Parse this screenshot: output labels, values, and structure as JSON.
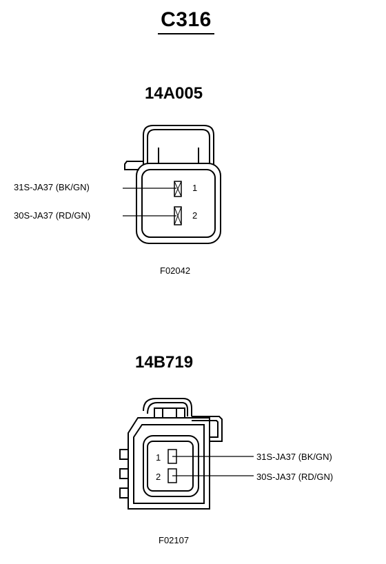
{
  "title": "C316",
  "connector_top": {
    "part_number": "14A005",
    "figure_code": "F02042",
    "pins": [
      {
        "number": "1",
        "circuit": "31S-JA37 (BK/GN)"
      },
      {
        "number": "2",
        "circuit": "30S-JA37 (RD/GN)"
      }
    ]
  },
  "connector_bottom": {
    "part_number": "14B719",
    "figure_code": "F02107",
    "pins": [
      {
        "number": "1",
        "circuit": "31S-JA37 (BK/GN)"
      },
      {
        "number": "2",
        "circuit": "30S-JA37 (RD/GN)"
      }
    ]
  }
}
